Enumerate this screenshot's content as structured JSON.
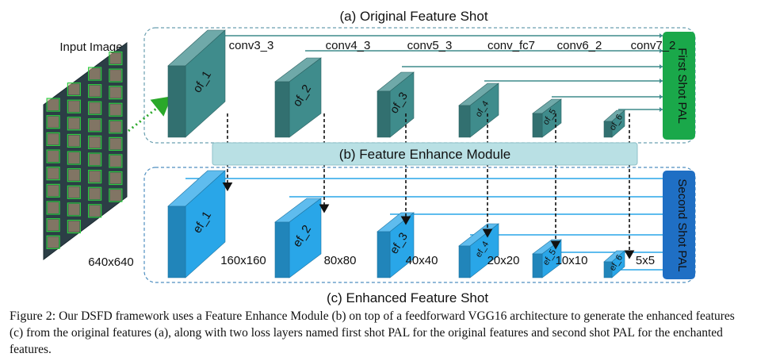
{
  "figure": {
    "title_top": "(a) Original Feature Shot",
    "title_mid": "(b) Feature Enhance Module",
    "title_bottom": "(c) Enhanced Feature Shot",
    "input_label": "Input Image",
    "input_size": "640x640",
    "layers": [
      {
        "name": "conv3_3",
        "of": "of_1",
        "ef": "ef_1",
        "size": "160x160"
      },
      {
        "name": "conv4_3",
        "of": "of_2",
        "ef": "ef_2",
        "size": "80x80"
      },
      {
        "name": "conv5_3",
        "of": "of_3",
        "ef": "ef_3",
        "size": "40x40"
      },
      {
        "name": "conv_fc7",
        "of": "of_4",
        "ef": "ef_4",
        "size": "20x20"
      },
      {
        "name": "conv6_2",
        "of": "of_5",
        "ef": "ef_5",
        "size": "10x10"
      },
      {
        "name": "conv7_2",
        "of": "of_6",
        "ef": "ef_6",
        "size": "5x5"
      }
    ],
    "pal_first": "First Shot PAL",
    "pal_second": "Second Shot PAL",
    "colors": {
      "original": "#3f8c8c",
      "enhanced": "#29a6e8",
      "first_pal": "#1aa84a",
      "second_pal": "#1f6fc4",
      "module": "#b9e0e4"
    }
  },
  "caption": {
    "lead": "Figure 2:",
    "text": "Our DSFD framework uses a Feature Enhance Module (b) on top of a feedforward VGG16 architecture to generate the enhanced features (c) from the original features (a), along with two loss layers named first shot PAL for the original features and second shot PAL for the enchanted features."
  }
}
